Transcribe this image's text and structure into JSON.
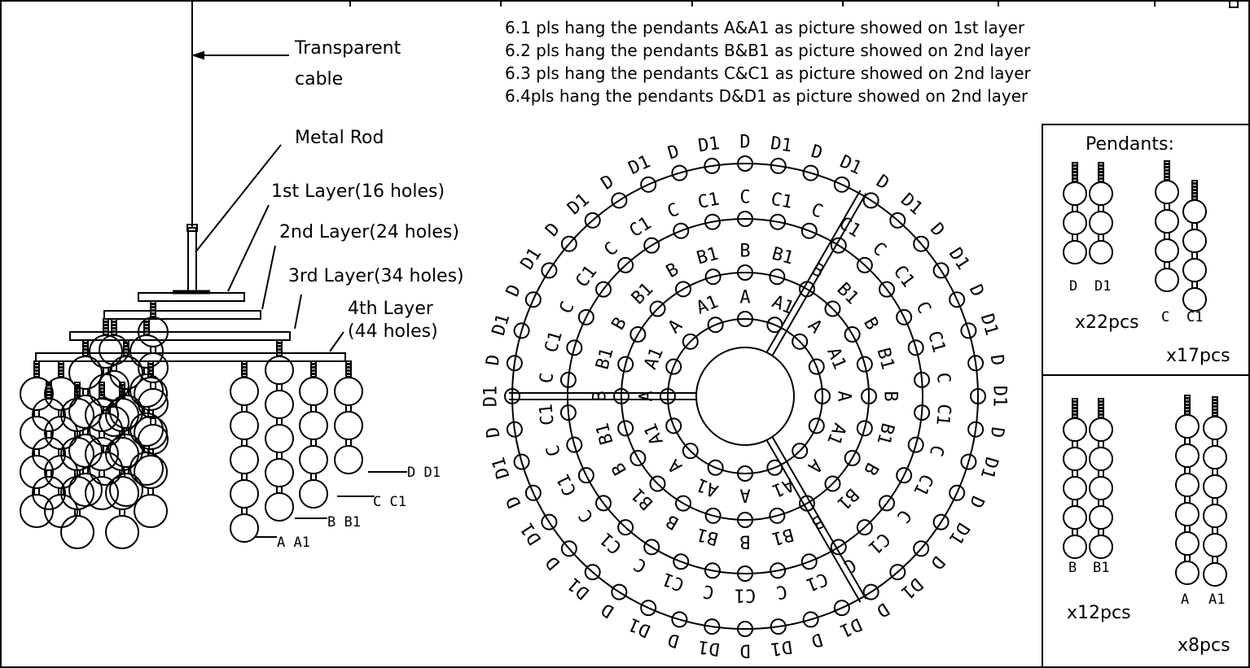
{
  "notes": [
    "6.1 pls hang the pendants A&A1 as picture showed on 1st layer",
    "6.2 pls hang the pendants B&B1 as picture showed on 2nd layer",
    "6.3 pls hang the pendants C&C1 as picture showed on 2nd layer",
    "6.4pls hang the pendants D&D1 as picture showed on 2nd layer"
  ],
  "side_view": {
    "cable_label_1": "Transparent",
    "cable_label_2": "cable",
    "rod_label": "Metal Rod",
    "layer_1": "1st Layer(16 holes)",
    "layer_2": "2nd Layer(24 holes)",
    "layer_3": "3rd Layer(34 holes)",
    "layer_4a": "4th Layer",
    "layer_4b": "(44 holes)",
    "pendant_labels": [
      "D D1",
      "C C1",
      "B B1",
      "A A1"
    ]
  },
  "top_view": {
    "rings": [
      {
        "name": "A",
        "count": 16,
        "labels": [
          "A",
          "A1"
        ]
      },
      {
        "name": "B",
        "count": 24,
        "labels": [
          "B",
          "B1"
        ]
      },
      {
        "name": "C",
        "count": 34,
        "labels": [
          "C",
          "C1"
        ]
      },
      {
        "name": "D",
        "count": 44,
        "labels": [
          "D",
          "D1"
        ]
      }
    ]
  },
  "legend": {
    "title": "Pendants:",
    "panels": [
      {
        "left": "D",
        "right": "D1",
        "qty": "x22pcs",
        "balls": 3
      },
      {
        "left": "C",
        "right": "C1",
        "qty": "x17pcs",
        "balls": 4
      },
      {
        "left": "B",
        "right": "B1",
        "qty": "x12pcs",
        "balls": 5
      },
      {
        "left": "A",
        "right": "A1",
        "qty": "x8pcs",
        "balls": 6
      }
    ]
  }
}
